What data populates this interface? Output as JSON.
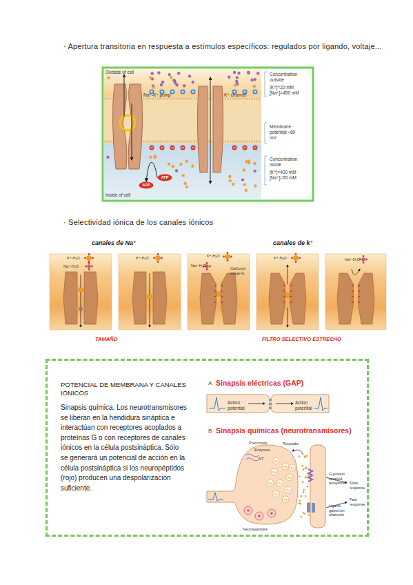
{
  "diagram": {
    "nodes": [
      {
        "text": [
          "ADP"
        ]
      },
      {
        "text": [
          "ATP"
        ]
      },
      {
        "text": [
          "POTENCIAL DE MEMBRANA Y CANALES IÓNICOS",
          "Sinapsis química. Los neurotransmisores se liberan en la hendidura sináptica e interactúan con receptores acoplados a proteínas G o con receptores de canales iónicos en la célula postsináptica. Sólo se generará un potencial de acción en la célula postsináptica si los neuropéptidos (rojo) producen una despolarización suficiente."
        ]
      }
    ],
    "edges": [
      {
        "from": 1,
        "to": 0,
        "arrow": "to"
      }
    ],
    "labels": [
      "· Apertura transitoria en respuesta a estímulos específicos: regulados por ligando, voltaje...",
      "Outside of cell",
      "Na⁺-K⁺ pump",
      "K⁺ channel",
      "Concentration outside",
      "[K⁺]=20 mM",
      "[Na⁺]=450 mM",
      "Membrane potential –60 mV",
      "Concentration inside",
      "[K⁺]=400 mM",
      "[Na⁺]=50 mM",
      "Inside of cell",
      "· Selectividad iónica de los canales iónicos",
      "canales de Na⁺",
      "canales de k⁺",
      "K⁺-H₂O",
      "Na⁺-H₂O",
      "K⁺-H₂O",
      "K⁺-H₂O",
      "Na⁺-H₂O",
      "Carbonyl oxygens",
      "K⁺-H₂O",
      "Na⁺-H₂O",
      "TAMAÑO",
      "FILTRO SELECTIVO ESTRECHO",
      "A",
      "Sinapsis eléctricas (GAP)",
      "Action potential",
      "Action potential",
      "B",
      "Sinapsis químicas (neurotransmisores)",
      "Precursors",
      "Enzymes",
      "NT",
      "Reuptake",
      "G-protein coupled receptors",
      "Slow response",
      "Ligand-gated ion channels",
      "Fast response",
      "Neuropeptides"
    ]
  }
}
